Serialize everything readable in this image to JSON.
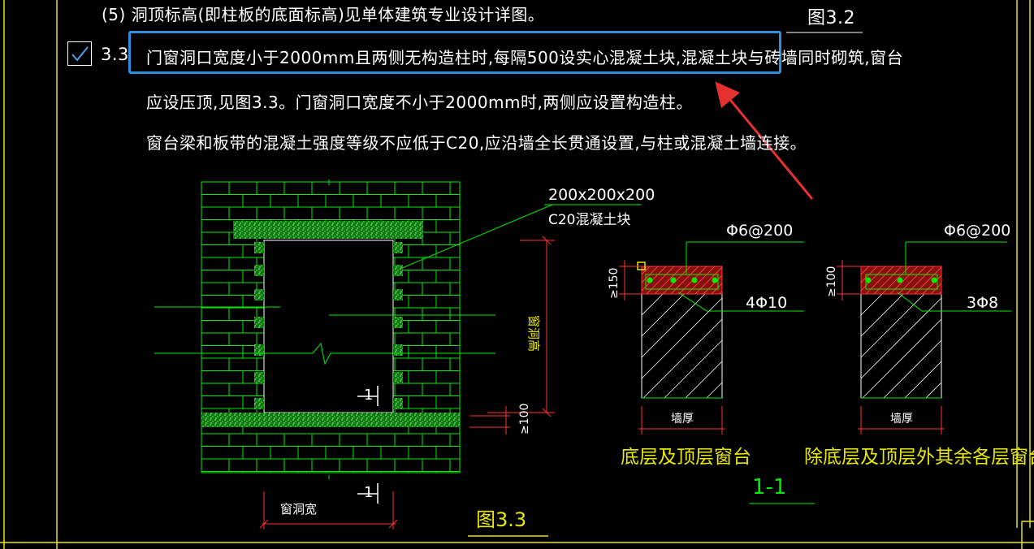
{
  "header": {
    "prev_line": "(5)  洞顶标高(即柱板的底面标高)见单体建筑专业设计详图。",
    "fig_ref_top": "图3.2"
  },
  "clause": {
    "number": "3.3",
    "checked": true,
    "line1": "门窗洞口宽度小于2000mm且两侧无构造柱时,每隔500设实心混凝土块,混凝土块与砖墙同时砌筑,窗台",
    "line2": "应设压顶,见图3.3。门窗洞口宽度不小于2000mm时,两侧应设置构造柱。",
    "line3": "窗台梁和板带的混凝土强度等级不应低于C20,应沿墙全长贯通设置,与柱或混凝土墙连接。"
  },
  "elevation": {
    "block_size": "200x200x200",
    "block_material": "C20混凝土块",
    "height_label": "窗洞高",
    "width_label": "窗洞宽",
    "sill_dim": "≥100",
    "section_mark": "1",
    "figure_title": "图3.3"
  },
  "section_a": {
    "stirrup": "Φ6@200",
    "height": "≥150",
    "bars": "4Φ10",
    "wall_label": "墙厚",
    "title": "底层及顶层窗台"
  },
  "section_b": {
    "stirrup": "Φ6@200",
    "height": "≥100",
    "bars": "3Φ8",
    "wall_label": "墙厚",
    "title": "除底层及顶层外其余各层窗台"
  },
  "section_title": "1-1",
  "colors": {
    "frame": "#e8e800",
    "brick": "#00ee00",
    "dimension": "#ff3333",
    "highlight": "#2d8fe0",
    "arrow": "#e53030"
  }
}
